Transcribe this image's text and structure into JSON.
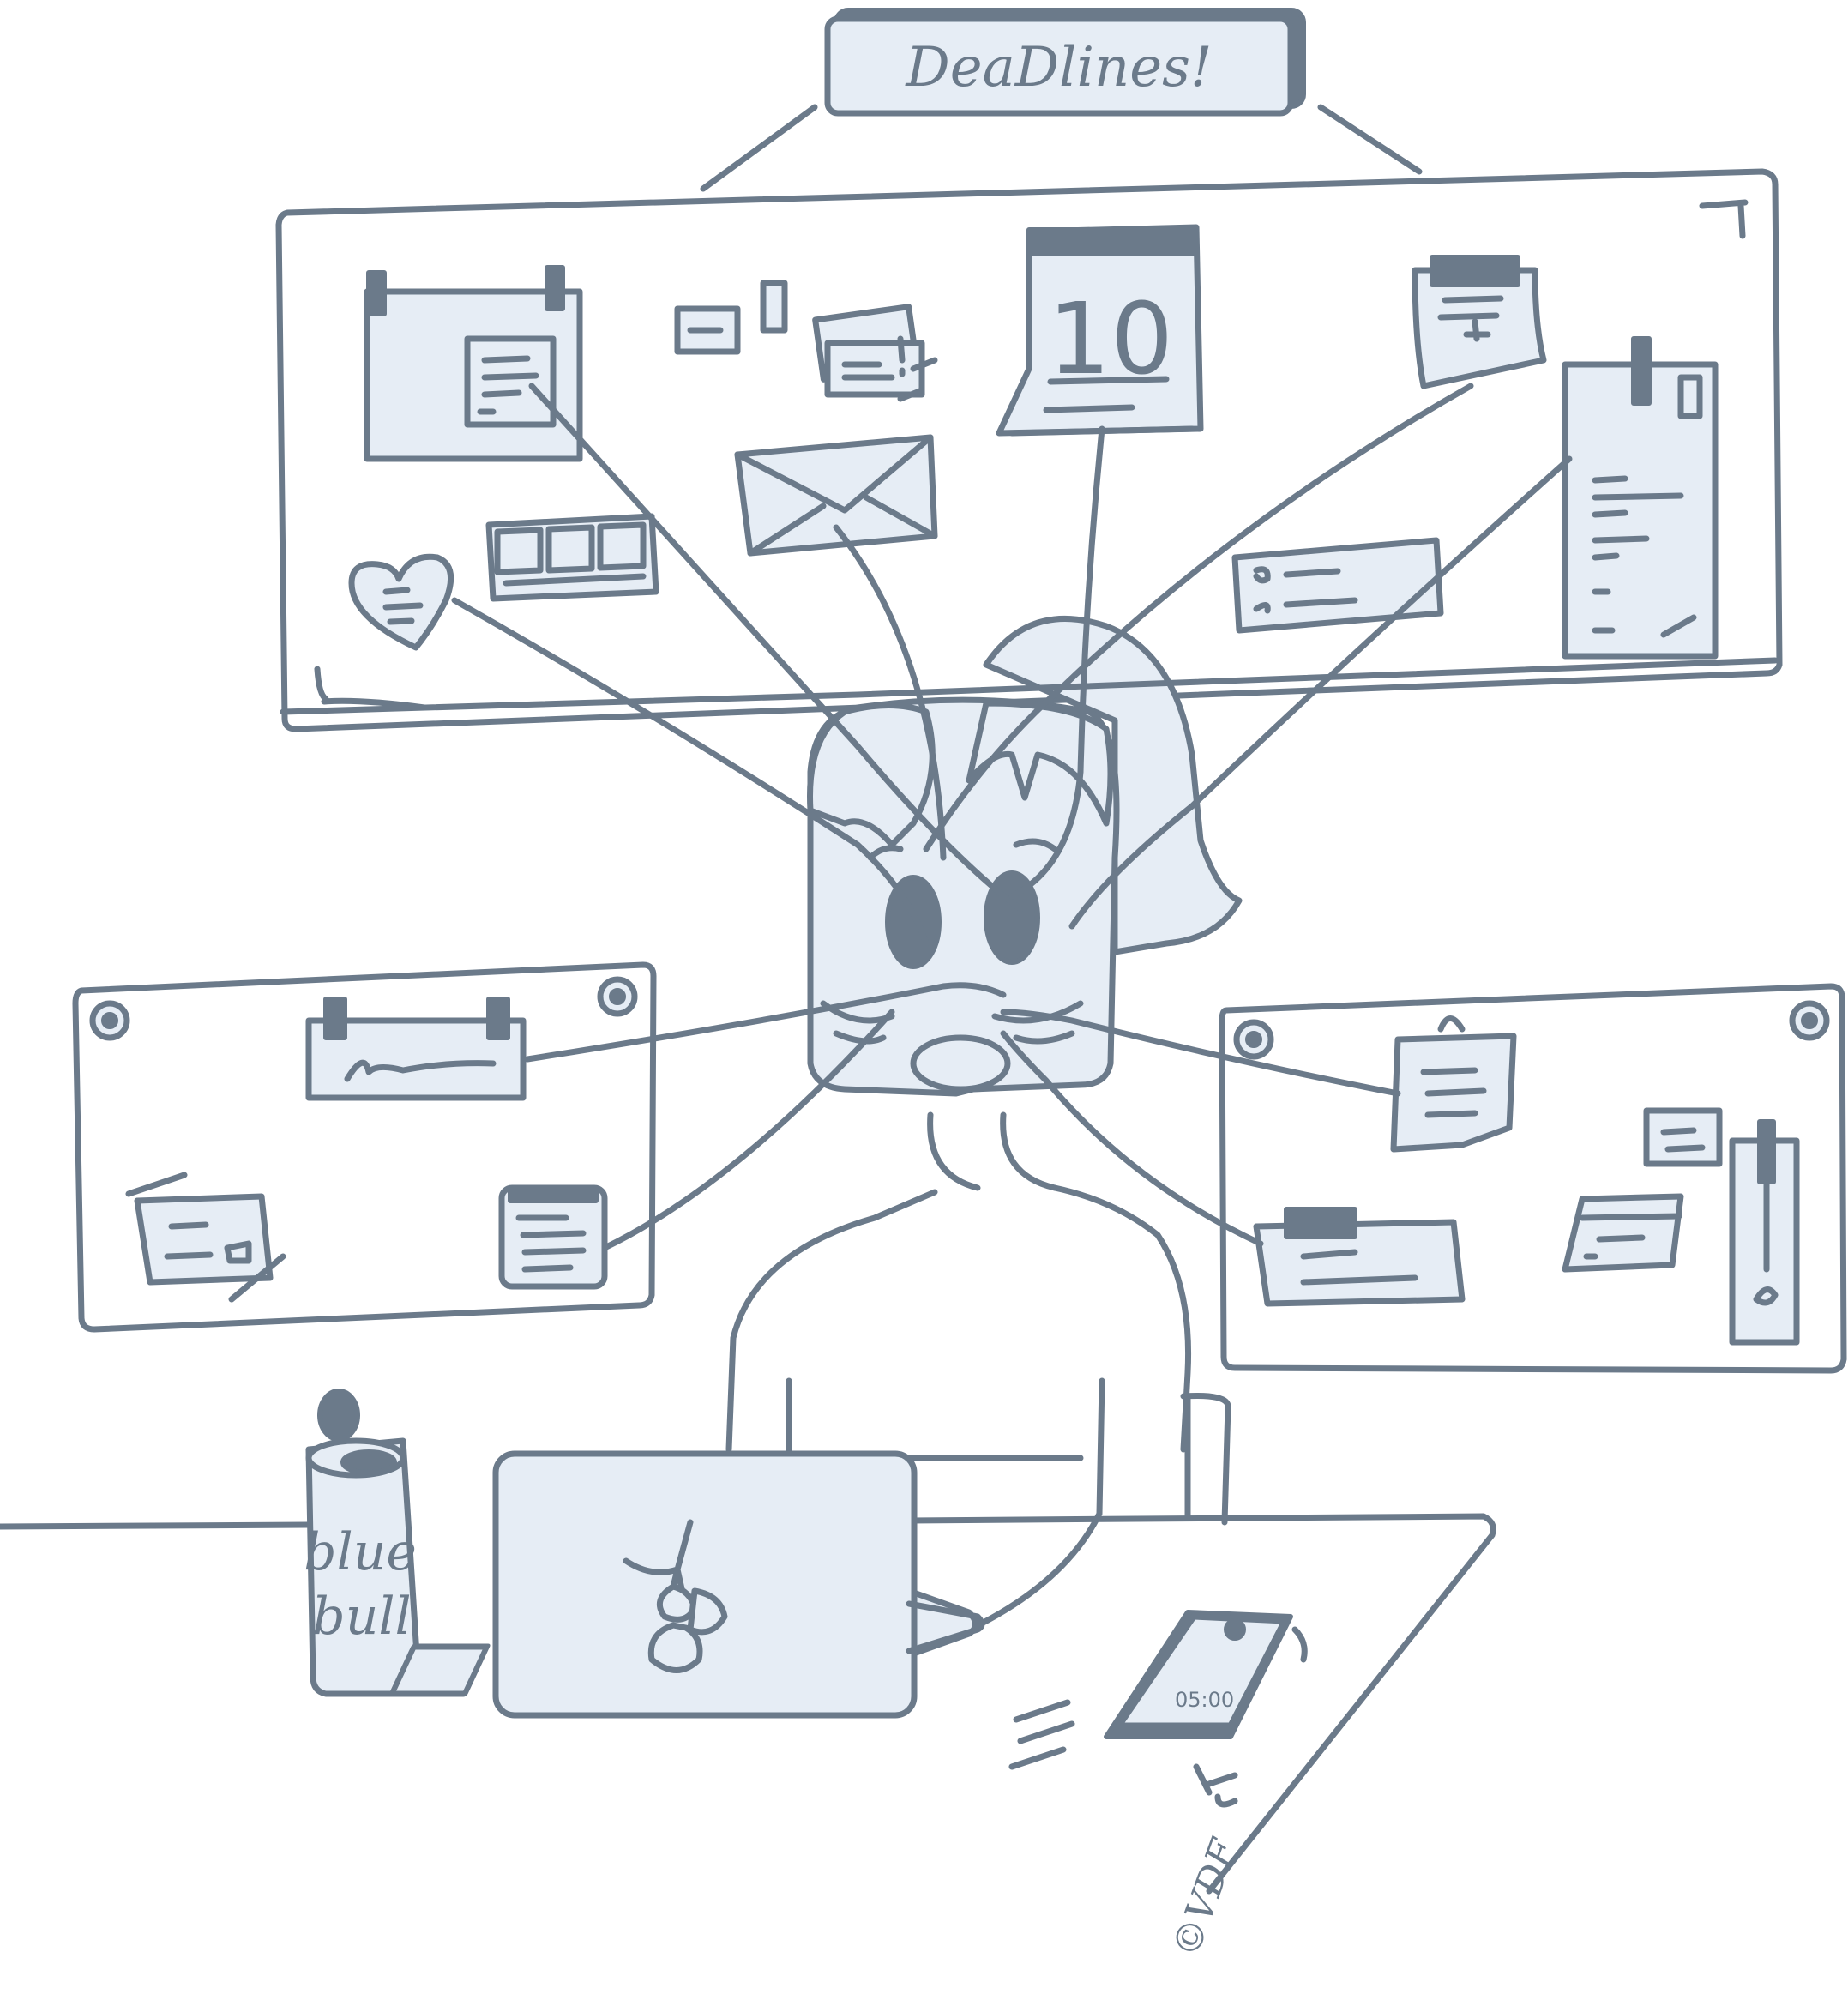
{
  "sign": {
    "text": "DeaDlines!"
  },
  "calendar": {
    "day": "10"
  },
  "can": {
    "line1": "blue",
    "line2": "bull"
  },
  "phone": {
    "display": "05:00"
  },
  "signature": {
    "text": "©VDF"
  },
  "colors": {
    "ink": "#6b7a8a",
    "fill": "#e6edf5",
    "background": "#ffffff"
  }
}
